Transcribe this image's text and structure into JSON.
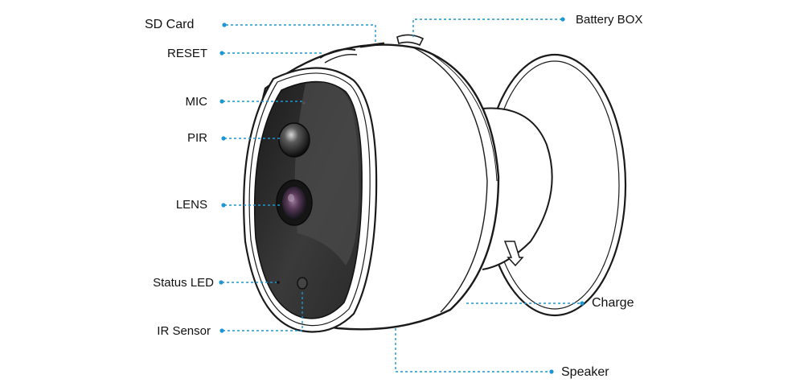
{
  "colors": {
    "leader": "#1c97d4",
    "outline": "#1a1a1a",
    "face": "#2b2b2b",
    "body": "#ffffff"
  },
  "labels": {
    "sd_card": "SD Card",
    "reset": "RESET",
    "mic": "MIC",
    "pir": "PIR",
    "lens": "LENS",
    "status_led": "Status LED",
    "ir_sensor": "IR Sensor",
    "battery_box": "Battery BOX",
    "charge": "Charge",
    "speaker": "Speaker"
  }
}
